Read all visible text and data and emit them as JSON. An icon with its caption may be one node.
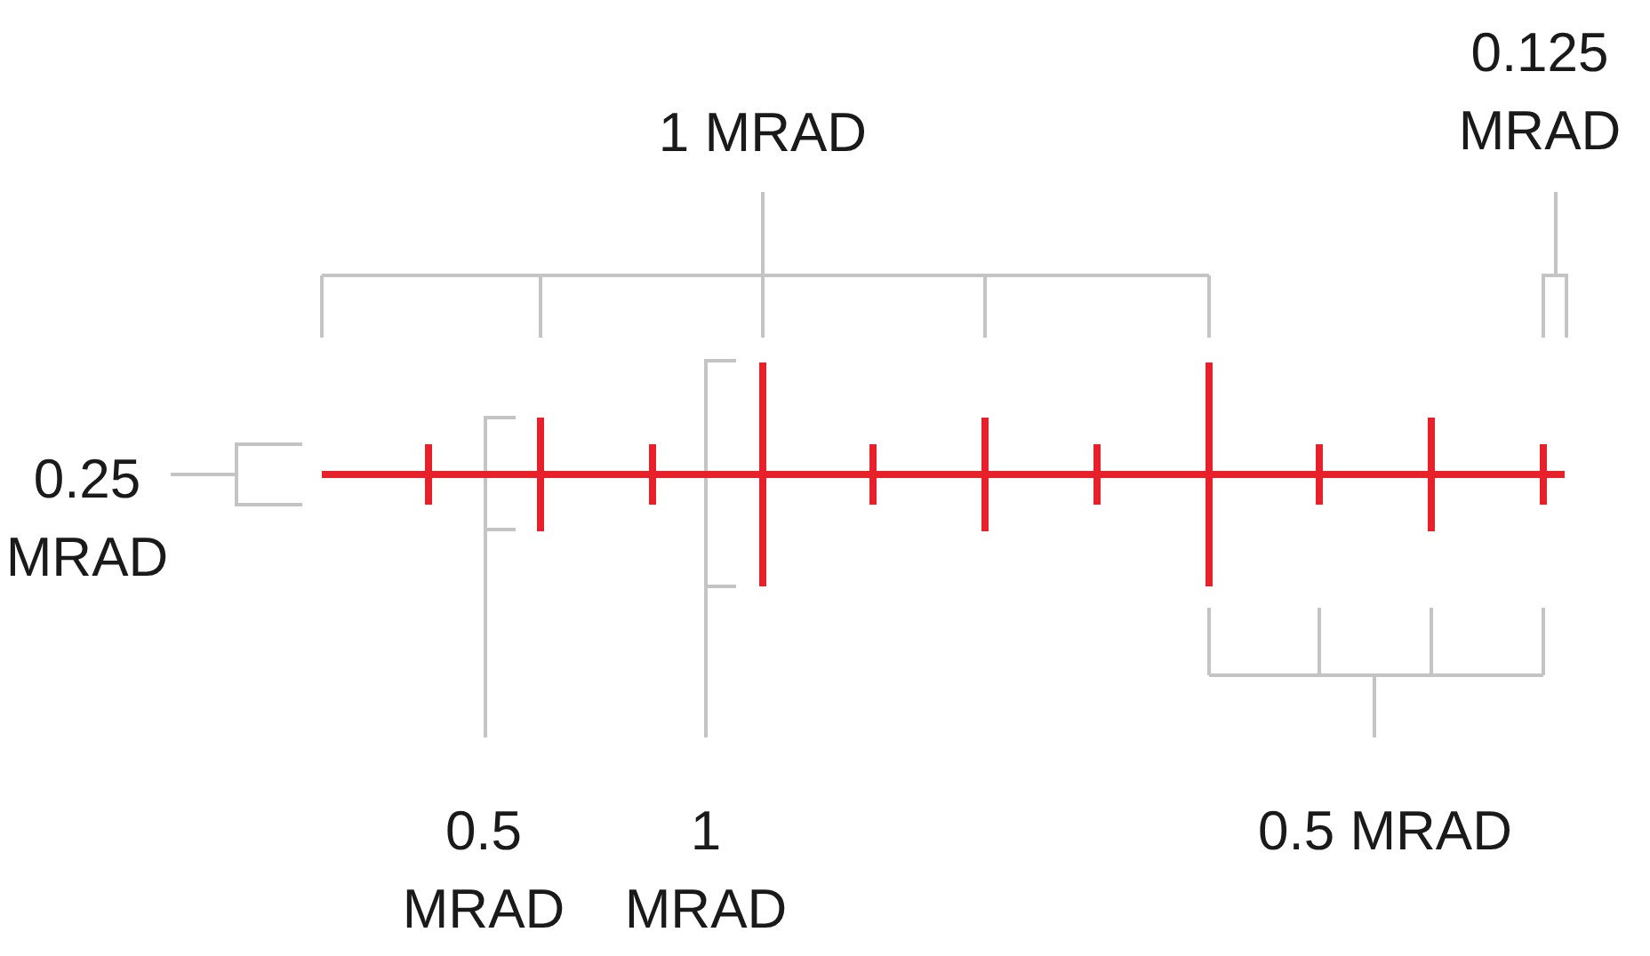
{
  "diagram": {
    "labels": [
      "1 MRAD",
      "0.125 MRAD",
      "0.25 MRAD",
      "0.5 MRAD",
      "1 MRAD",
      "0.5 MRAD"
    ]
  }
}
